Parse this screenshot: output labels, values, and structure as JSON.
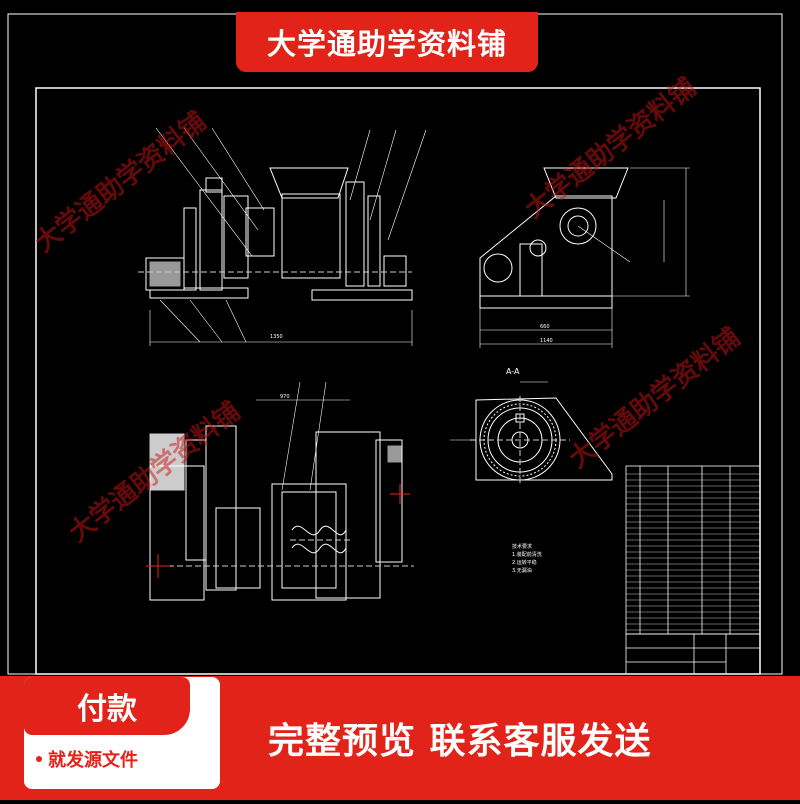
{
  "banner": {
    "title": "大学通助学资料铺"
  },
  "watermark": {
    "text": "大学通助学资料铺"
  },
  "drawing": {
    "section_label": "A-A",
    "dims": [
      "1350",
      "660",
      "1140",
      "970"
    ],
    "notes": [
      "技术要求",
      "1.装配前清洗",
      "2.运转平稳",
      "3.无漏油"
    ]
  },
  "payment": {
    "label": "付款",
    "sub": "就发源文件"
  },
  "cta": {
    "text": "完整预览 联系客服发送"
  },
  "colors": {
    "accent": "#e2231a",
    "line": "#ffffff",
    "background": "#000000"
  }
}
